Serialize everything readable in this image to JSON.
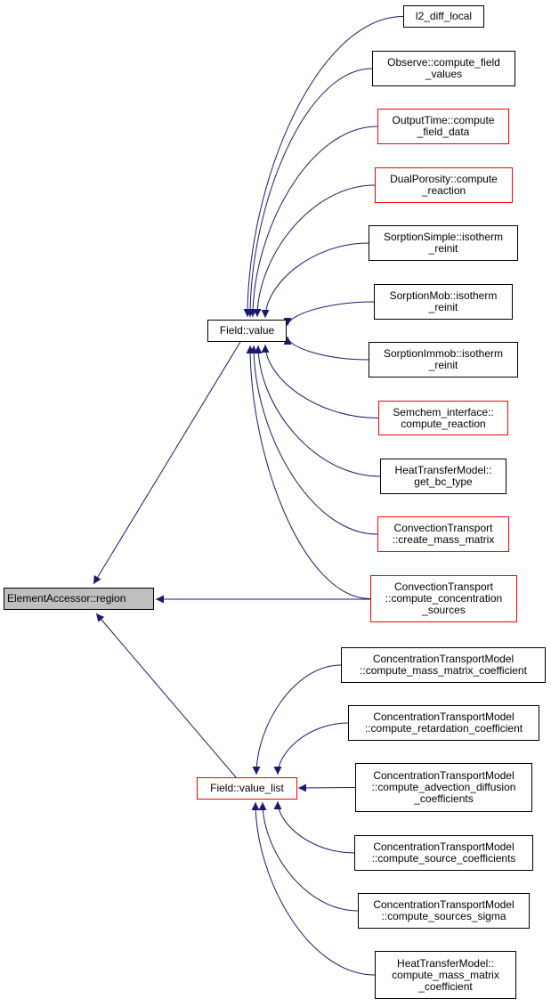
{
  "colors": {
    "edge": "#191970",
    "border": "#000000",
    "highlight_border": "#ff0000",
    "root_fill": "#bfbfbf"
  },
  "nodes": [
    {
      "id": "root",
      "label": "ElementAccessor::region",
      "style": "root"
    },
    {
      "id": "field-value",
      "label": "Field::value",
      "style": "normal"
    },
    {
      "id": "field-value-list",
      "label": "Field::value_list",
      "style": "red"
    },
    {
      "id": "l2-diff-local",
      "label": "l2_diff_local",
      "style": "normal"
    },
    {
      "id": "observe-compute-field-values",
      "label": "Observe::compute_field\n_values",
      "style": "normal"
    },
    {
      "id": "outputtime-compute-field-data",
      "label": "OutputTime::compute\n_field_data",
      "style": "red"
    },
    {
      "id": "dualporosity-compute-reaction",
      "label": "DualPorosity::compute\n_reaction",
      "style": "red"
    },
    {
      "id": "sorptionsimple-isotherm-reinit",
      "label": "SorptionSimple::isotherm\n_reinit",
      "style": "normal"
    },
    {
      "id": "sorptionmob-isotherm-reinit",
      "label": "SorptionMob::isotherm\n_reinit",
      "style": "normal"
    },
    {
      "id": "sorptionimmob-isotherm-reinit",
      "label": "SorptionImmob::isotherm\n_reinit",
      "style": "normal"
    },
    {
      "id": "semchem-compute-reaction",
      "label": "Semchem_interface::\ncompute_reaction",
      "style": "red"
    },
    {
      "id": "heattransfer-get-bc-type",
      "label": "HeatTransferModel::\nget_bc_type",
      "style": "normal"
    },
    {
      "id": "convection-create-mass-matrix",
      "label": "ConvectionTransport\n::create_mass_matrix",
      "style": "red"
    },
    {
      "id": "convection-compute-concentration-sources",
      "label": "ConvectionTransport\n::compute_concentration\n_sources",
      "style": "red"
    },
    {
      "id": "ctm-compute-mass-matrix-coefficient",
      "label": "ConcentrationTransportModel\n::compute_mass_matrix_coefficient",
      "style": "normal"
    },
    {
      "id": "ctm-compute-retardation-coefficient",
      "label": "ConcentrationTransportModel\n::compute_retardation_coefficient",
      "style": "normal"
    },
    {
      "id": "ctm-compute-advection-diffusion-coefficients",
      "label": "ConcentrationTransportModel\n::compute_advection_diffusion\n_coefficients",
      "style": "normal"
    },
    {
      "id": "ctm-compute-source-coefficients",
      "label": "ConcentrationTransportModel\n::compute_source_coefficients",
      "style": "normal"
    },
    {
      "id": "ctm-compute-sources-sigma",
      "label": "ConcentrationTransportModel\n::compute_sources_sigma",
      "style": "normal"
    },
    {
      "id": "heattransfer-compute-mass-matrix-coefficient",
      "label": "HeatTransferModel::\ncompute_mass_matrix\n_coefficient",
      "style": "normal"
    }
  ],
  "edges": [
    [
      "field-value",
      "root"
    ],
    [
      "field-value-list",
      "root"
    ],
    [
      "convection-compute-concentration-sources",
      "root"
    ],
    [
      "l2-diff-local",
      "field-value"
    ],
    [
      "observe-compute-field-values",
      "field-value"
    ],
    [
      "outputtime-compute-field-data",
      "field-value"
    ],
    [
      "dualporosity-compute-reaction",
      "field-value"
    ],
    [
      "sorptionsimple-isotherm-reinit",
      "field-value"
    ],
    [
      "sorptionmob-isotherm-reinit",
      "field-value"
    ],
    [
      "sorptionimmob-isotherm-reinit",
      "field-value"
    ],
    [
      "semchem-compute-reaction",
      "field-value"
    ],
    [
      "heattransfer-get-bc-type",
      "field-value"
    ],
    [
      "convection-create-mass-matrix",
      "field-value"
    ],
    [
      "convection-compute-concentration-sources",
      "field-value"
    ],
    [
      "ctm-compute-mass-matrix-coefficient",
      "field-value-list"
    ],
    [
      "ctm-compute-retardation-coefficient",
      "field-value-list"
    ],
    [
      "ctm-compute-advection-diffusion-coefficients",
      "field-value-list"
    ],
    [
      "ctm-compute-source-coefficients",
      "field-value-list"
    ],
    [
      "ctm-compute-sources-sigma",
      "field-value-list"
    ],
    [
      "heattransfer-compute-mass-matrix-coefficient",
      "field-value-list"
    ]
  ]
}
